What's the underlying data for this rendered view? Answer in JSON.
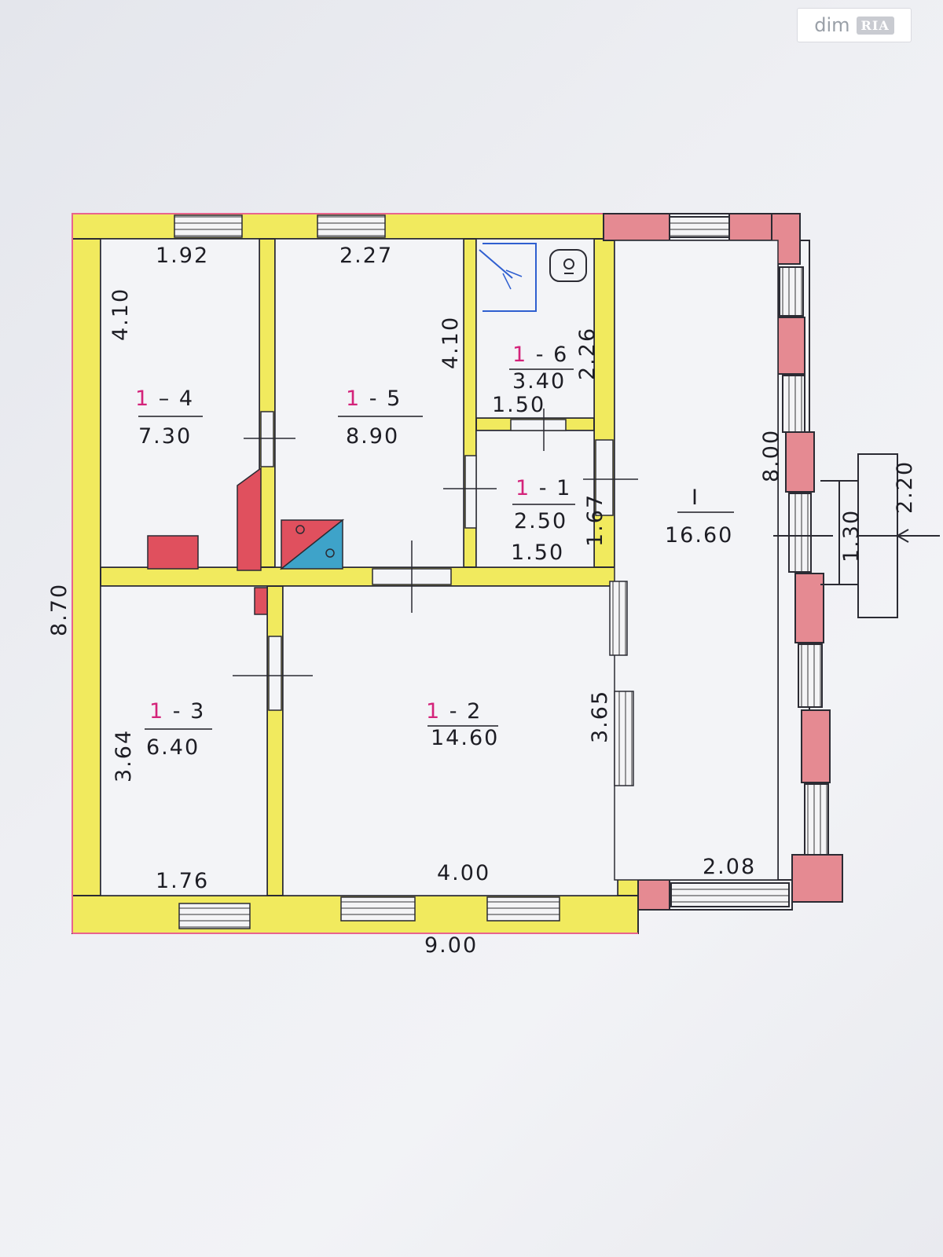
{
  "watermark": {
    "text": "dim",
    "badge": "RIA"
  },
  "colors": {
    "wall_yellow": "#f1ea5e",
    "wall_red": "#e58a92",
    "wall_outline": "#2b2b33",
    "room_id_accent": "#d4237a",
    "fixture_blue": "#2f5fd0",
    "stove_cyan": "#3ea3c9",
    "stove_red": "#e0505e"
  },
  "rooms": {
    "r14": {
      "id_prefix": "1",
      "id_suffix": " – 4",
      "area": "7.30",
      "width": "1.92",
      "depth": "4.10"
    },
    "r15": {
      "id_prefix": "1",
      "id_suffix": " - 5",
      "area": "8.90",
      "width": "2.27",
      "depth": "4.10"
    },
    "r16": {
      "id_prefix": "1",
      "id_suffix": " - 6",
      "area": "3.40",
      "width": "1.50",
      "depth": "2.26"
    },
    "r11": {
      "id_prefix": "1",
      "id_suffix": " - 1",
      "area": "2.50",
      "width": "1.50",
      "depth": "1.67"
    },
    "r13": {
      "id_prefix": "1",
      "id_suffix": " - 3",
      "area": "6.40",
      "width": "1.76",
      "depth": "3.64"
    },
    "r12": {
      "id_prefix": "1",
      "id_suffix": " - 2",
      "area": "14.60",
      "width": "4.00",
      "depth": "3.65"
    },
    "rI": {
      "id": "I",
      "area": "16.60",
      "width": "2.08",
      "depth": "8.00"
    }
  },
  "overall": {
    "width": "9.00",
    "depth": "8.70"
  },
  "porch": {
    "width": "1.30",
    "depth": "2.20"
  }
}
